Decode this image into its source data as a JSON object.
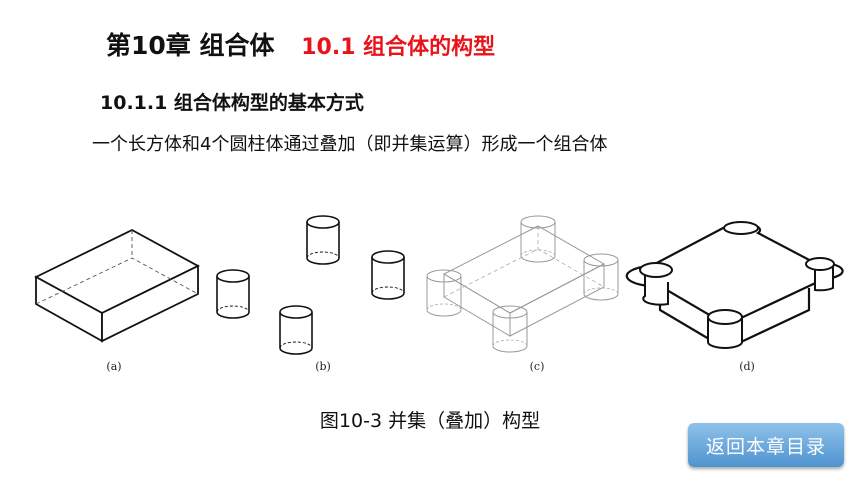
{
  "header": {
    "chapter": "第10章 组合体",
    "section": "10.1  组合体的构型"
  },
  "subsection": "10.1.1  组合体构型的基本方式",
  "description": "一个长方体和4个圆柱体通过叠加（即并集运算）形成一个组合体",
  "figure": {
    "labels": [
      "(a)",
      "(b)",
      "(c)",
      "(d)"
    ],
    "caption": "图10-3 并集（叠加）构型"
  },
  "nav": {
    "back_label": "返回本章目录"
  },
  "colors": {
    "section_red": "#e8141b",
    "button_blue": "#5a9bd5"
  }
}
